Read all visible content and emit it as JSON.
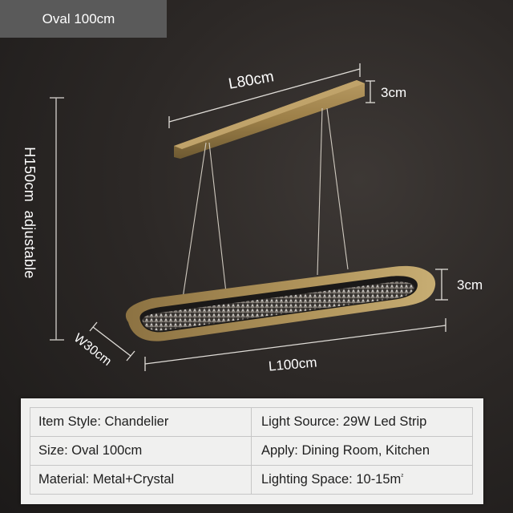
{
  "variant_badge": {
    "label": "Oval 100cm"
  },
  "dimensions": {
    "canopy_length": "L80cm",
    "canopy_height": "3cm",
    "ring_height": "3cm",
    "ring_length": "L100cm",
    "ring_width": "W30cm",
    "hanging_height": "H150cm  adjustable"
  },
  "colors": {
    "brass": "#a3864f",
    "badge_bg": "#5a5a5a",
    "card_bg": "#f0f0ef"
  },
  "specs": {
    "rows": [
      {
        "left": "Item Style: Chandelier",
        "right": "Light Source: 29W Led Strip"
      },
      {
        "left": "Size: Oval 100cm",
        "right": "Apply: Dining Room, Kitchen"
      },
      {
        "left": "Material: Metal+Crystal",
        "right": "Lighting Space: 10-15m",
        "right_sup": "²"
      }
    ]
  }
}
